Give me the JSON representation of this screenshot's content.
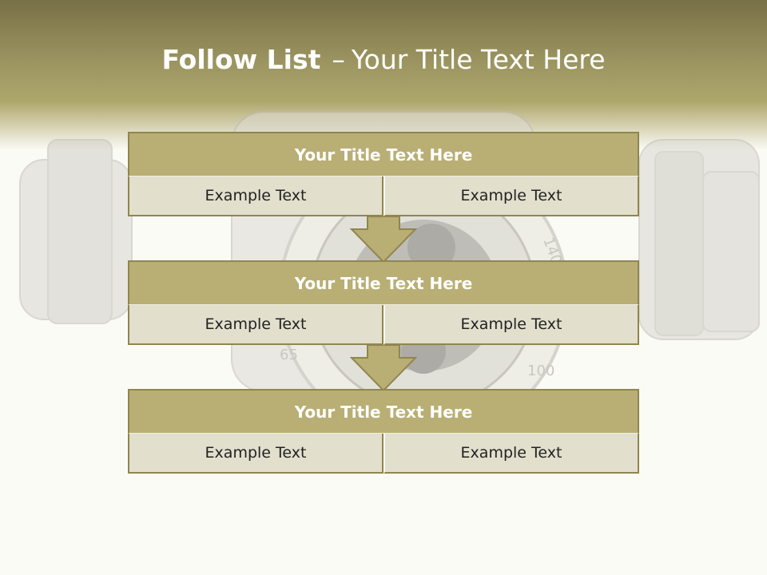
{
  "slide": {
    "title_bold": "Follow List",
    "title_separator": "–",
    "title_rest": "Your Title Text Here"
  },
  "blocks": [
    {
      "title": "Your Title Text Here",
      "left": "Example Text",
      "right": "Example Text"
    },
    {
      "title": "Your Title Text Here",
      "left": "Example Text",
      "right": "Example Text"
    },
    {
      "title": "Your Title Text Here",
      "left": "Example Text",
      "right": "Example Text"
    }
  ],
  "colors": {
    "header": "#7b7448",
    "block_title_fill": "#b9ae74",
    "cell_fill": "#e2dfcd",
    "border": "#8f8650",
    "arrow_fill": "#b9ae74"
  },
  "icons": [
    "down-arrow-icon",
    "down-arrow-icon"
  ]
}
